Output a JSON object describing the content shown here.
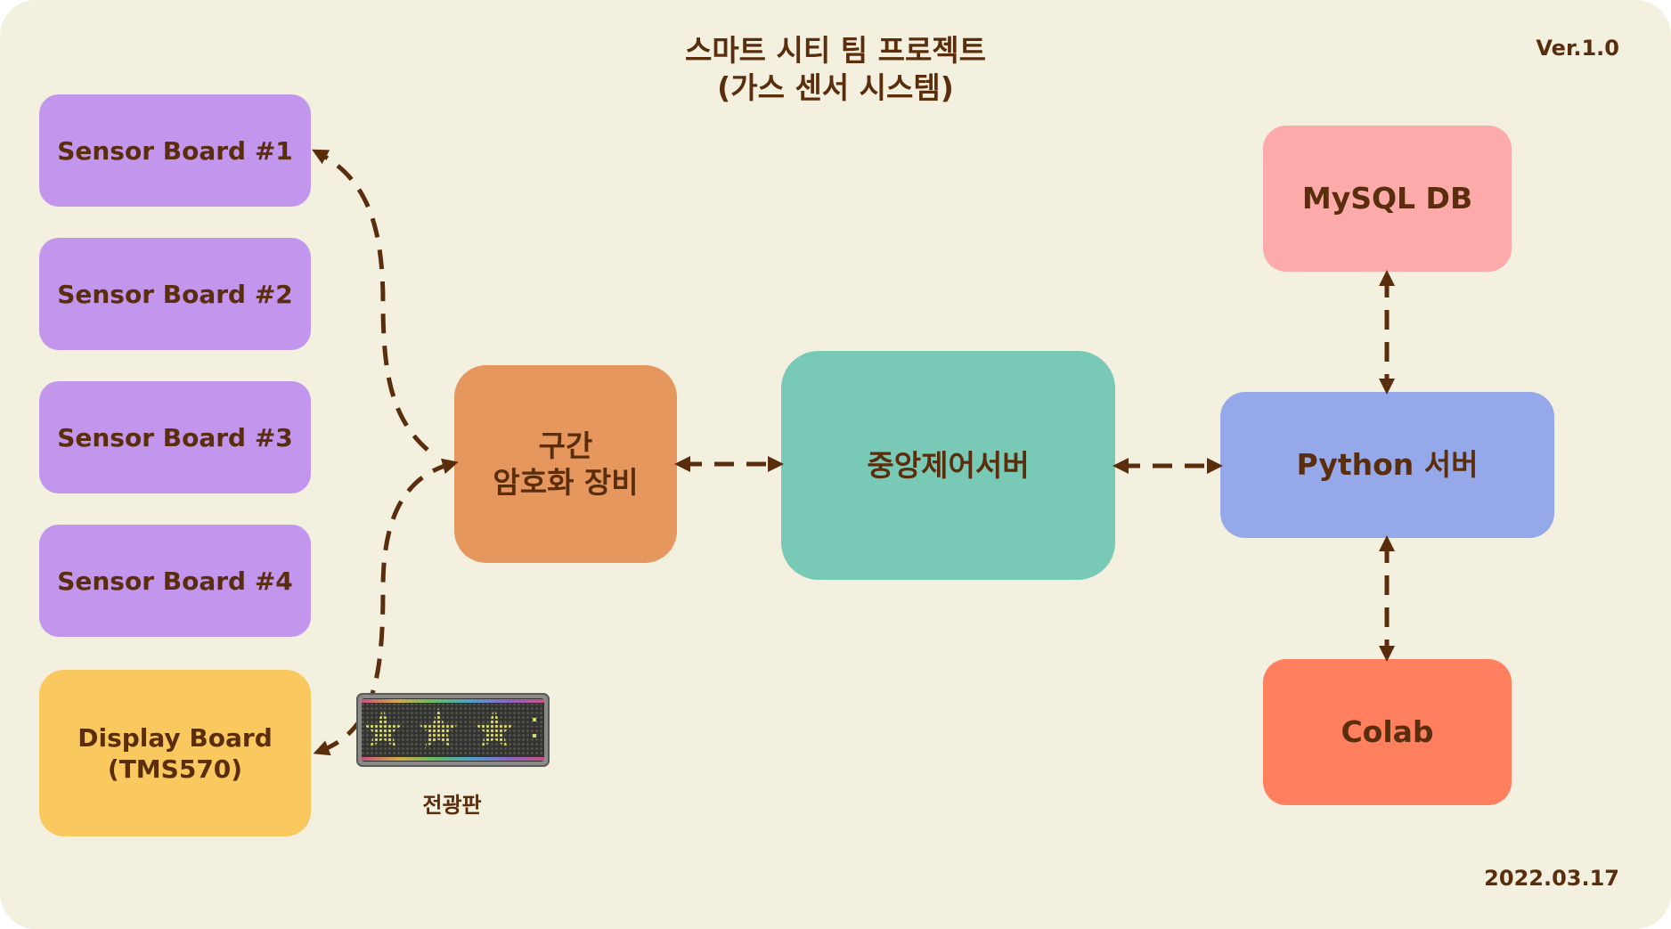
{
  "title": {
    "line1": "스마트 시티 팀 프로젝트",
    "line2": "(가스 센서 시스템)"
  },
  "version": "Ver.1.0",
  "date": "2022.03.17",
  "sensor_boards": [
    "Sensor Board #1",
    "Sensor Board #2",
    "Sensor Board #3",
    "Sensor Board #4"
  ],
  "display_board": {
    "line1": "Display Board",
    "line2": "(TMS570)"
  },
  "encryption_device": {
    "line1": "구간",
    "line2": "암호화 장비"
  },
  "central_server": "중앙제어서버",
  "python_server": "Python 서버",
  "mysql_db": "MySQL DB",
  "colab": "Colab",
  "led_board_caption": "전광판",
  "colors": {
    "background": "#f3f0df",
    "text": "#5a2e0c",
    "sensor_board": "#c196ec",
    "display_board": "#f9c85e",
    "encryption_device": "#e6975e",
    "central_server": "#78cab7",
    "python_server": "#95a8ea",
    "mysql_db": "#fdaaaa",
    "colab": "#ff7f5e",
    "arrow": "#5a2e0c"
  },
  "icons": {
    "led_board": "led-star-display-icon"
  }
}
